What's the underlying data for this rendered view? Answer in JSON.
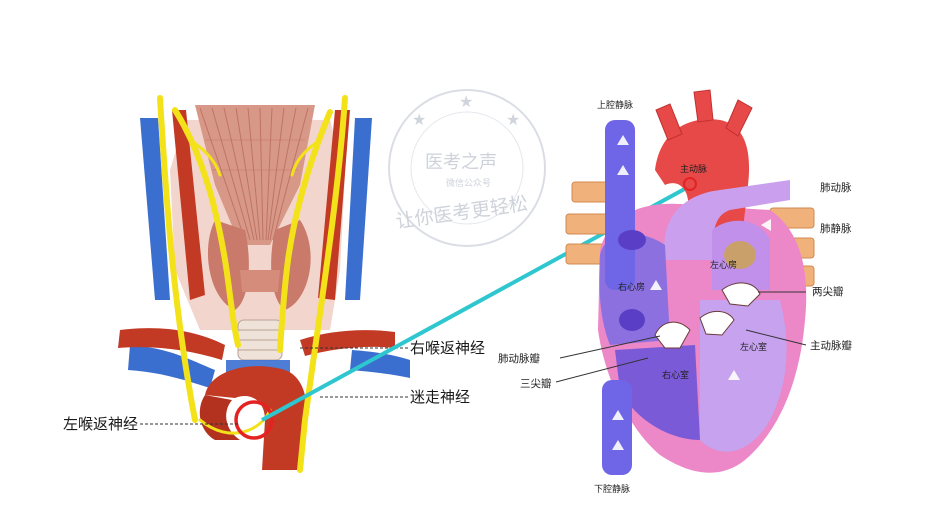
{
  "left_panel": {
    "labels": {
      "right_recurrent": "右喉返神经",
      "vagus": "迷走神经",
      "left_recurrent": "左喉返神经"
    }
  },
  "right_panel": {
    "labels": {
      "svc": "上腔静脉",
      "aorta": "主动脉",
      "pulm_artery": "肺动脉",
      "pulm_vein": "肺静脉",
      "left_atrium": "左心房",
      "right_atrium": "右心房",
      "mitral": "两尖瓣",
      "aortic_valve": "主动脉瓣",
      "left_ventricle": "左心室",
      "pulm_valve": "肺动脉瓣",
      "right_ventricle": "右心室",
      "tricuspid": "三尖瓣",
      "ivc": "下腔静脉"
    }
  },
  "colors": {
    "connector": "#2fc7cf",
    "highlight_ring": "#e52222",
    "artery": "#c23a24",
    "nerve": "#f3e21a",
    "vein": "#3a6fd0"
  }
}
